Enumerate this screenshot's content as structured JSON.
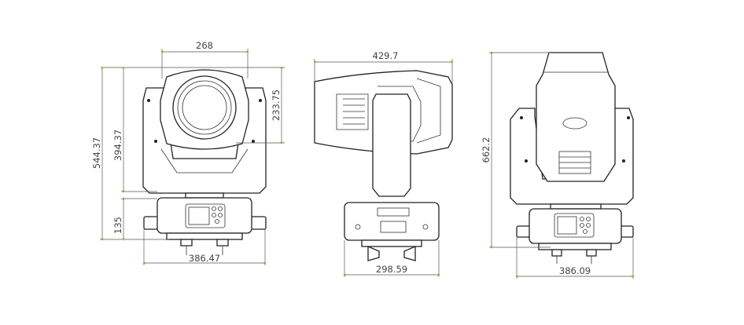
{
  "drawing": {
    "front_view": {
      "width": "268",
      "head_height": "233.75",
      "yoke_height": "394.37",
      "total_height": "544.37",
      "base_height": "135",
      "base_width": "386.47"
    },
    "side_view": {
      "length": "429.7",
      "base_width": "298.59"
    },
    "back_view": {
      "total_height": "662.2",
      "width": "386.09"
    },
    "colors": {
      "line": "#222222",
      "dimension": "#555555",
      "arrow": "#b5b52a"
    }
  }
}
